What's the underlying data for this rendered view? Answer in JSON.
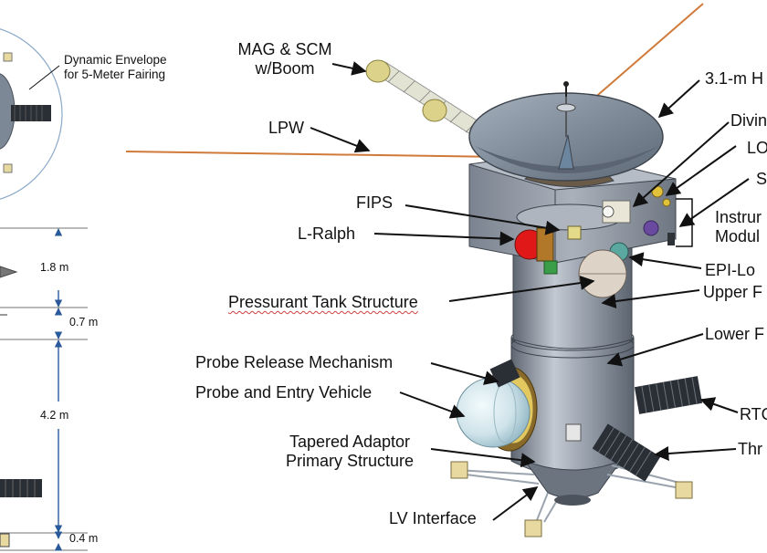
{
  "colors": {
    "body": "#8e96a2",
    "body_light": "#c6ccd4",
    "body_dark": "#5c6470",
    "dish": "#7f8b99",
    "boom_line": "#d07a3a",
    "dimension_arrow": "#2a5a9a",
    "envelope_circle": "#8aa8c8",
    "lralph_red": "#e01818",
    "probe_shell": "#cfe3ea"
  },
  "left_panel": {
    "envelope_label": [
      "Dynamic Envelope",
      "for 5-Meter Fairing"
    ],
    "dimensions": [
      "1.8 m",
      "0.7 m",
      "4.2 m",
      "0.4 m"
    ]
  },
  "labels": {
    "mag_scm": [
      "MAG & SCM",
      "w/Boom"
    ],
    "lpw": "LPW",
    "fips": "FIPS",
    "l_ralph": "L-Ralph",
    "pressurant_tank": "Pressurant Tank Structure",
    "probe_release": "Probe Release Mechanism",
    "probe_entry": "Probe and Entry Vehicle",
    "tapered_adaptor": [
      "Tapered Adaptor",
      "Primary Structure"
    ],
    "lv_interface": "LV Interface",
    "high_gain": "3.1-m H",
    "diving": "Divin",
    "lo": "LO",
    "s": "S",
    "instrument_module": [
      "Instrur",
      "Modul"
    ],
    "epi_lo": "EPI-Lo",
    "upper": "Upper F",
    "lower": "Lower F",
    "rtg": "RTG",
    "thruster": "Thr"
  }
}
